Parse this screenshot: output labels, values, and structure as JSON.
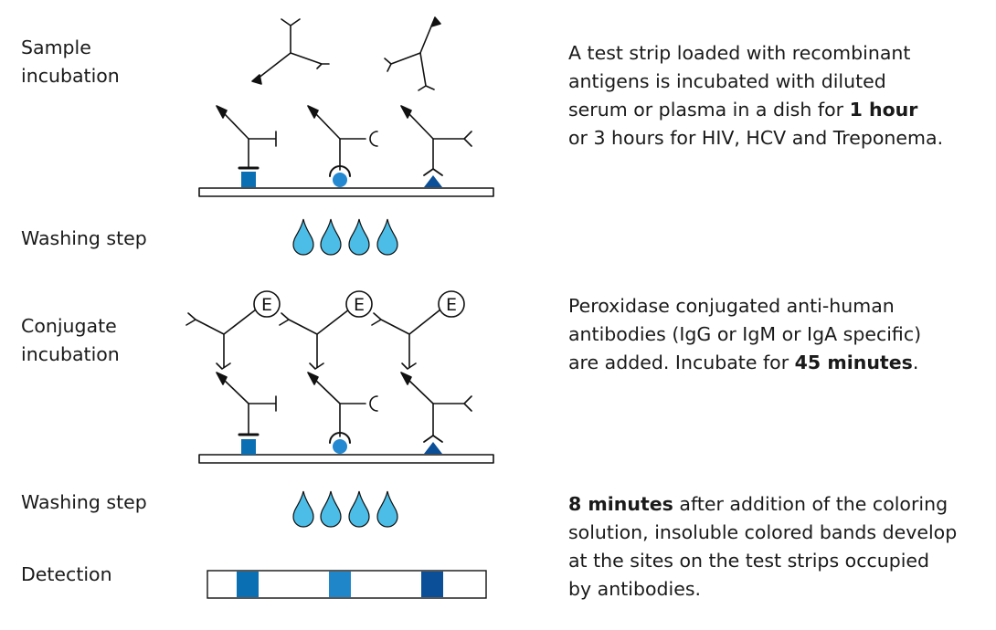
{
  "steps": {
    "sample_incubation": "Sample\nincubation",
    "washing_1": "Washing step",
    "conjugate_incubation": "Conjugate\nincubation",
    "washing_2": "Washing step",
    "detection": "Detection"
  },
  "descriptions": {
    "sample": {
      "before": "A test strip loaded with recombinant\nantigens is incubated with diluted\nserum or plasma in a dish for ",
      "bold": "1 hour",
      "after": "\nor 3 hours for HIV, HCV and Treponema."
    },
    "conjugate": {
      "before": "Peroxidase conjugated anti-human\nantibodies (IgG or IgM or IgA specific)\nare added. Incubate for ",
      "bold": "45 minutes",
      "after": "."
    },
    "detection": {
      "before": "",
      "bold": "8 minutes",
      "after": " after addition of the coloring\nsolution, insoluble colored bands develop\nat the sites on the test strips occupied\nby antibodies."
    }
  },
  "enzyme_label": "E",
  "colors": {
    "antigen_square": "#0b6fb3",
    "antigen_circle": "#2489d0",
    "antigen_triangle": "#0a4f98",
    "drop": "#4bbde6",
    "band_1": "#0b6fb3",
    "band_2": "#1f86c9",
    "band_3": "#0a4f98",
    "ink": "#111111"
  },
  "icons": {
    "antibody": "y-shaped-antibody-icon",
    "drop": "water-drop-icon",
    "enzyme": "enzyme-circle-icon"
  }
}
